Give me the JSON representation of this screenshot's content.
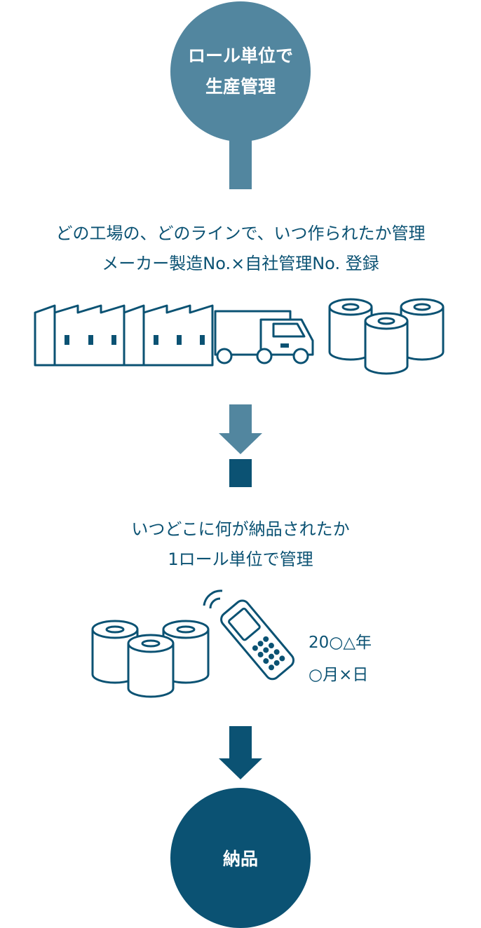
{
  "start_node": {
    "line1": "ロール単位で",
    "line2": "生産管理"
  },
  "step1": {
    "line1": "どの工場の、どのラインで、いつ作られたか管理",
    "line2": "メーカー製造No.×自社管理No. 登録"
  },
  "step2": {
    "line1": "いつどこに何が納品されたか",
    "line2": "1ロール単位で管理"
  },
  "scan_date": {
    "line1": "20○△年",
    "line2": "○月×日"
  },
  "end_node": {
    "label": "納品"
  },
  "icons": [
    "factory-icon",
    "delivery-truck-icon",
    "paper-roll-icon",
    "handheld-scanner-icon",
    "wireless-signal-icon",
    "arrow-down-icon"
  ],
  "colors": {
    "light_blue": "#52869f",
    "dark_blue": "#0b5273"
  }
}
